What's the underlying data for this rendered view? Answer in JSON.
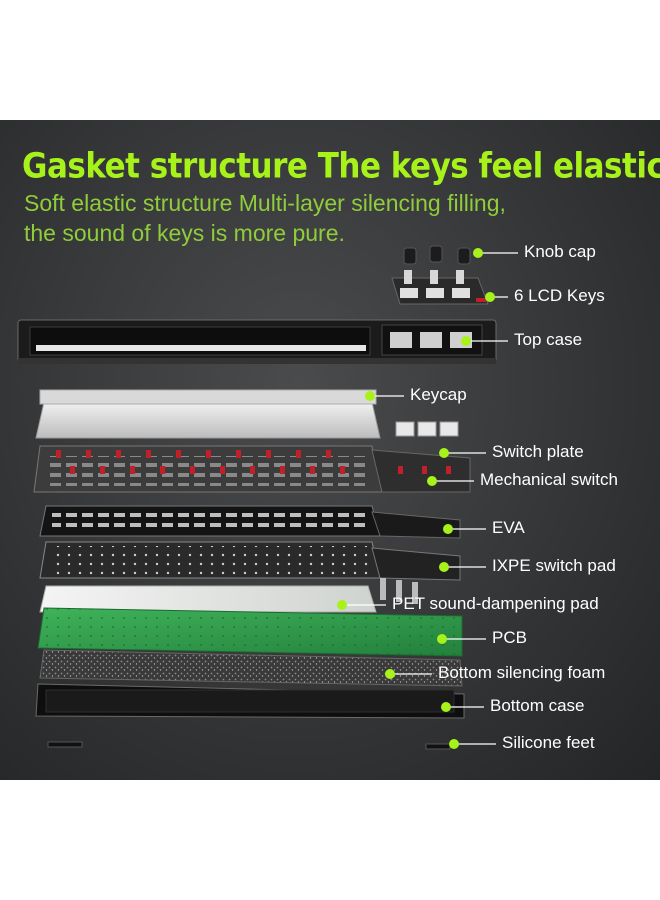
{
  "headline": "Gasket structure The keys feel elastic",
  "subtitle_line1": "Soft elastic structure Multi-layer silencing filling,",
  "subtitle_line2": "the sound of keys is more pure.",
  "colors": {
    "accent": "#a6f21a",
    "subtitle": "#8fcd3a",
    "pcb": "#2f9a4a",
    "switch": "#c0202a"
  },
  "labels": {
    "knob_cap": "Knob cap",
    "lcd_keys": "6 LCD Keys",
    "top_case": "Top case",
    "keycap": "Keycap",
    "switch_plate": "Switch plate",
    "mechanical_switch": "Mechanical switch",
    "eva": "EVA",
    "ixpe": "IXPE switch pad",
    "pet": "PET sound-dampening pad",
    "pcb": "PCB",
    "bottom_foam": "Bottom silencing foam",
    "bottom_case": "Bottom case",
    "silicone_feet": "Silicone feet"
  }
}
